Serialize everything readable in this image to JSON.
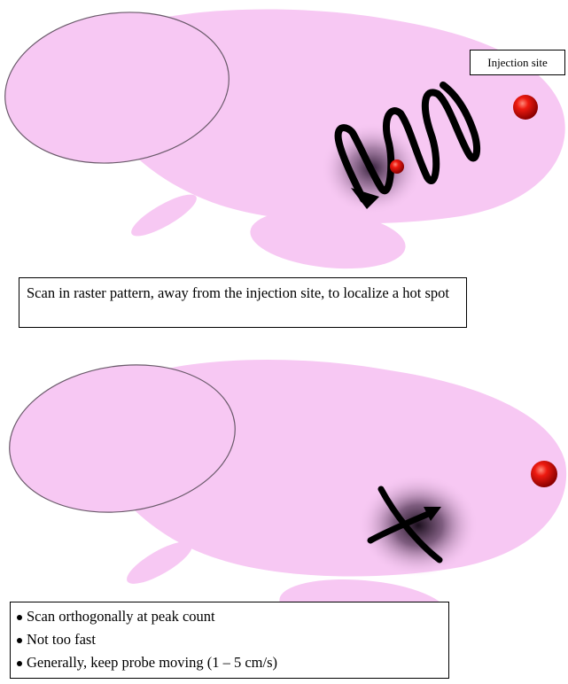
{
  "panel_top": {
    "injection_label": "Injection site",
    "caption": "Scan in raster pattern, away from the injection site, to localize a hot spot"
  },
  "panel_bottom": {
    "bullets": [
      "Scan orthogonally at peak count",
      "Not too fast",
      "Generally, keep probe moving (1 – 5 cm/s)"
    ]
  },
  "colors": {
    "body": "#f7c8f3",
    "injection_dot": "#e00000",
    "scan_path": "#000000"
  }
}
